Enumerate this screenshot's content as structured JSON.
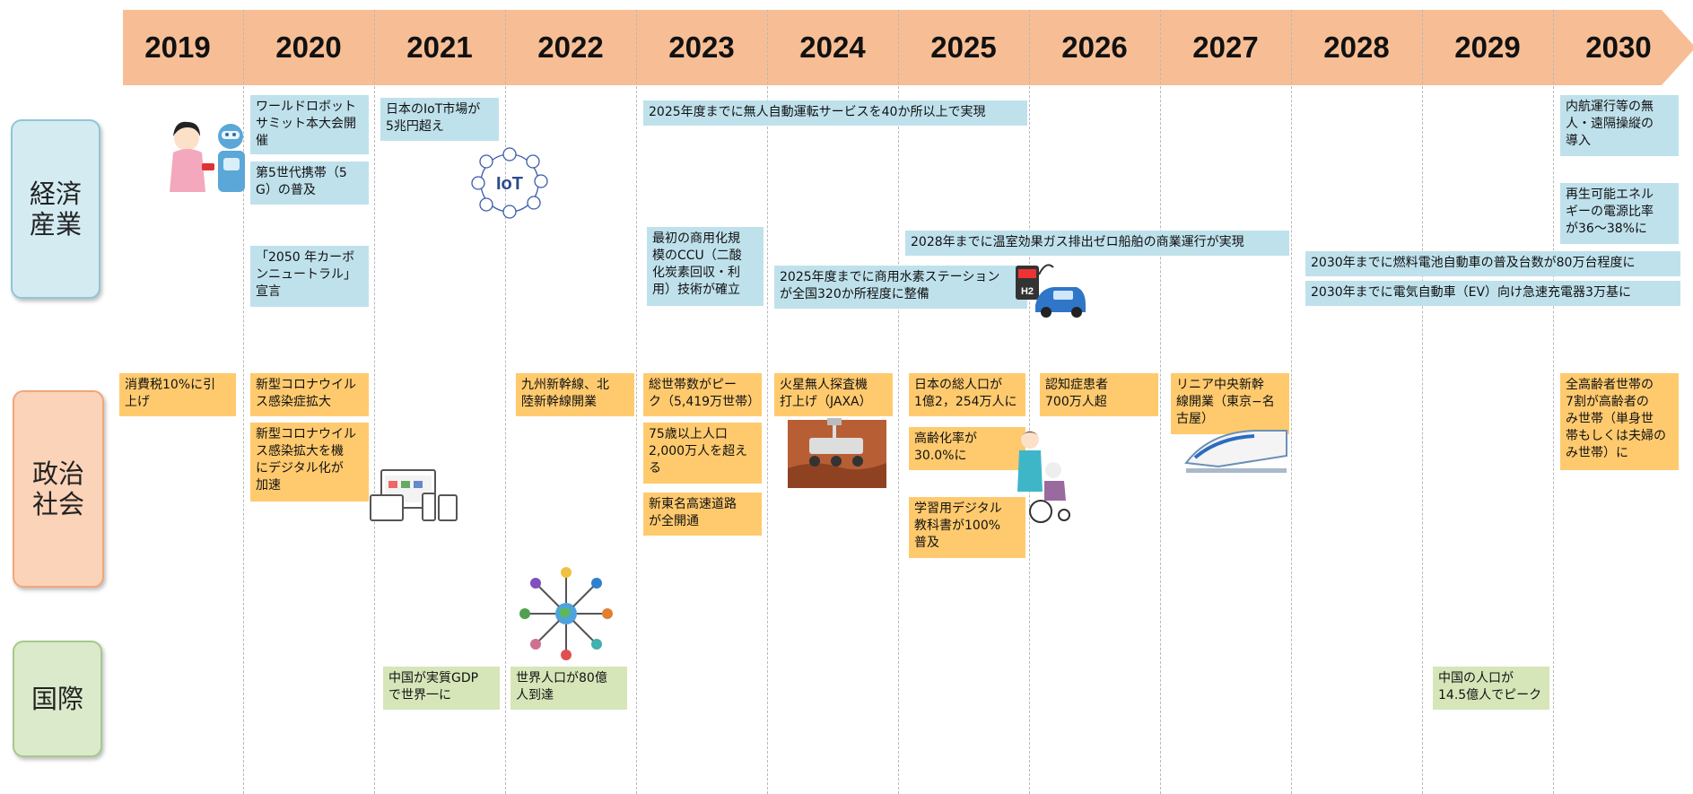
{
  "years": [
    "2019",
    "2020",
    "2021",
    "2022",
    "2023",
    "2024",
    "2025",
    "2026",
    "2027",
    "2028",
    "2029",
    "2030"
  ],
  "categories": {
    "economy": "経済\n産業",
    "politics": "政治\n社会",
    "international": "国際"
  },
  "events": {
    "robot_summit": "ワールドロボット\nサミット本大会開\n催",
    "iot_market": "日本のIoT市場が\n5兆円超え",
    "autonomous": "2025年度までに無人自動運転サービスを40か所以上で実現",
    "vessel_remote": "内航運行等の無\n人・遠隔操縦の\n導入",
    "g5": "第5世代携帯（5\nG）の普及",
    "renewable": "再生可能エネル\nギーの電源比率\nが36～38%に",
    "carbon_neutral": "「2050 年カーボ\nンニュートラル」\n宣言",
    "ccu": "最初の商用化規\n模のCCU（二酸\n化炭素回収・利\n用）技術が確立",
    "zero_emission_ship": "2028年までに温室効果ガス排出ゼロ船舶の商業運行が実現",
    "fcv": "2030年までに燃料電池自動車の普及台数が80万台程度に",
    "hydrogen": "2025年度までに商用水素ステーション\nが全国320か所程度に整備",
    "ev_charger": "2030年までに電気自動車（EV）向け急速充電器3万基に",
    "consumption_tax": "消費税10%に引\n上げ",
    "corona": "新型コロナウイル\nス感染症拡大",
    "shinkansen": "九州新幹線、北\n陸新幹線開業",
    "households": "総世帯数がピー\nク（5,419万世帯）",
    "mars": "火星無人探査機\n打上げ（JAXA）",
    "population": "日本の総人口が\n1億2，254万人に",
    "dementia": "認知症患者\n700万人超",
    "linear": "リニア中央新幹\n線開業（東京−名\n古屋）",
    "elderly_households": "全高齢者世帯の\n7割が高齢者の\nみ世帯（単身世\n帯もしくは夫婦の\nみ世帯）に",
    "digital": "新型コロナウイル\nス感染拡大を機\nにデジタル化が\n加速",
    "over75": "75歳以上人口\n2,000万人を超え\nる",
    "aging_rate": "高齢化率が\n30.0%に",
    "expressway": "新東名高速道路\nが全開通",
    "textbook": "学習用デジタル\n教科書が100%\n普及",
    "china_gdp": "中国が実質GDP\nで世界一に",
    "world_pop": "世界人口が80億\n人到達",
    "china_pop": "中国の人口が\n14.5億人でピーク"
  },
  "illustrations": {
    "iot_label": "IoT",
    "h2_label": "H2"
  }
}
